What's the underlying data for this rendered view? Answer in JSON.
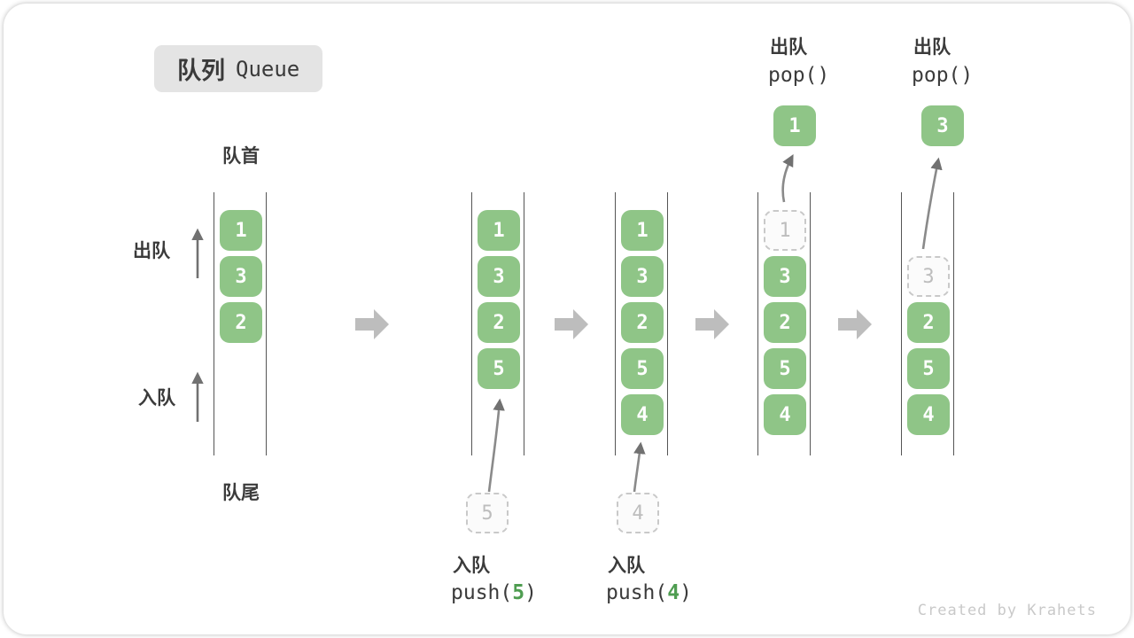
{
  "title": {
    "zh": "队列",
    "en": "Queue"
  },
  "labels": {
    "front": "队首",
    "rear": "队尾",
    "dequeue": "出队",
    "enqueue": "入队"
  },
  "colors": {
    "item_green": "#8fc587",
    "accent_green": "#4f9d51",
    "ghost_gray": "#c9c9c9",
    "step_arrow_gray": "#bdbdbd",
    "text_dark": "#3b3b3b"
  },
  "states": [
    {
      "name": "initial",
      "boxes": [
        "1",
        "3",
        "2"
      ]
    },
    {
      "name": "after-push-5",
      "boxes": [
        "1",
        "3",
        "2",
        "5"
      ],
      "pending": "5",
      "op": {
        "zh": "入队",
        "fn": "push(",
        "arg": "5",
        "close": ")"
      }
    },
    {
      "name": "after-push-4",
      "boxes": [
        "1",
        "3",
        "2",
        "5",
        "4"
      ],
      "pending": "4",
      "op": {
        "zh": "入队",
        "fn": "push(",
        "arg": "4",
        "close": ")"
      }
    },
    {
      "name": "pop-1",
      "ghost": "1",
      "boxes": [
        "3",
        "2",
        "5",
        "4"
      ],
      "popped": "1",
      "op": {
        "zh": "出队",
        "fn": "pop()"
      }
    },
    {
      "name": "pop-3",
      "ghost": "3",
      "boxes": [
        "2",
        "5",
        "4"
      ],
      "popped": "3",
      "op": {
        "zh": "出队",
        "fn": "pop()"
      }
    }
  ],
  "watermark": "Created by Krahets"
}
